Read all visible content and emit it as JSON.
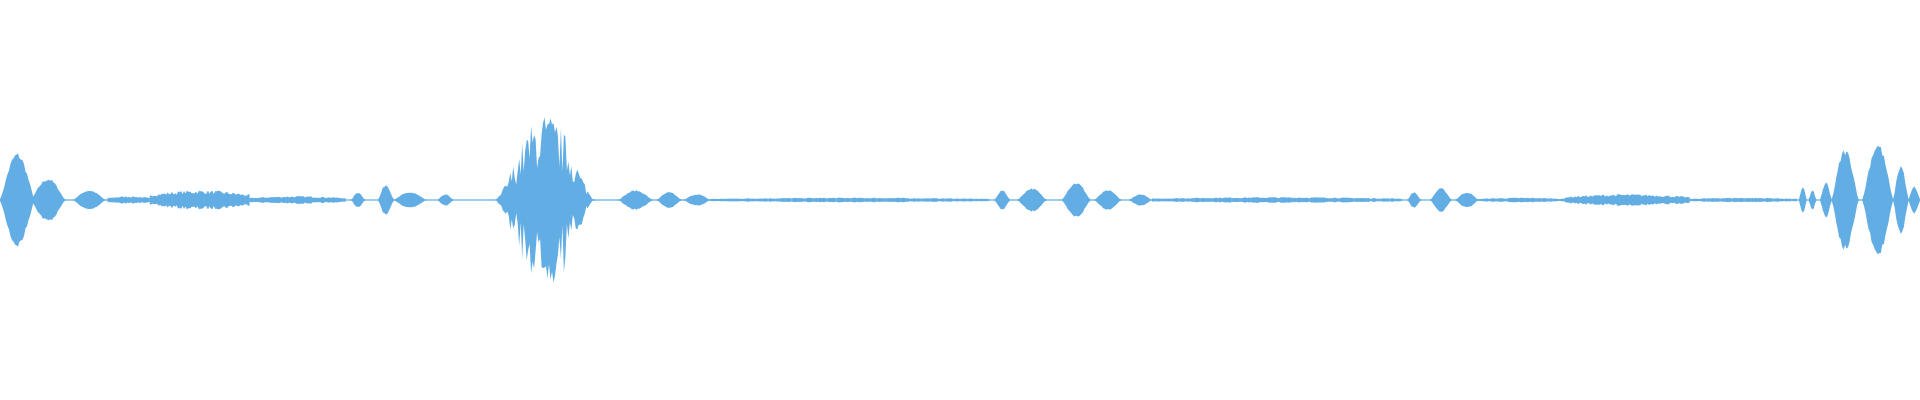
{
  "waveform": {
    "color": "#62ade4",
    "background": "#ffffff",
    "amplitude_range": [
      -1,
      1
    ],
    "bursts": [
      {
        "start": 0.0,
        "end": 0.018,
        "amplitude": 0.24,
        "shape": "lobe"
      },
      {
        "start": 0.016,
        "end": 0.034,
        "amplitude": 0.11,
        "shape": "lobe"
      },
      {
        "start": 0.038,
        "end": 0.055,
        "amplitude": 0.05,
        "shape": "lobe"
      },
      {
        "start": 0.056,
        "end": 0.078,
        "amplitude": 0.02,
        "shape": "flat"
      },
      {
        "start": 0.078,
        "end": 0.13,
        "amplitude": 0.05,
        "shape": "flat"
      },
      {
        "start": 0.13,
        "end": 0.18,
        "amplitude": 0.02,
        "shape": "flat"
      },
      {
        "start": 0.183,
        "end": 0.19,
        "amplitude": 0.04,
        "shape": "lobe"
      },
      {
        "start": 0.197,
        "end": 0.205,
        "amplitude": 0.08,
        "shape": "lobe"
      },
      {
        "start": 0.205,
        "end": 0.222,
        "amplitude": 0.04,
        "shape": "lobe"
      },
      {
        "start": 0.228,
        "end": 0.236,
        "amplitude": 0.03,
        "shape": "lobe"
      },
      {
        "start": 0.258,
        "end": 0.31,
        "amplitude": 0.44,
        "shape": "spiky"
      },
      {
        "start": 0.322,
        "end": 0.34,
        "amplitude": 0.05,
        "shape": "lobe"
      },
      {
        "start": 0.342,
        "end": 0.355,
        "amplitude": 0.04,
        "shape": "lobe"
      },
      {
        "start": 0.356,
        "end": 0.37,
        "amplitude": 0.03,
        "shape": "lobe"
      },
      {
        "start": 0.37,
        "end": 0.515,
        "amplitude": 0.012,
        "shape": "flat"
      },
      {
        "start": 0.518,
        "end": 0.526,
        "amplitude": 0.05,
        "shape": "lobe"
      },
      {
        "start": 0.53,
        "end": 0.545,
        "amplitude": 0.06,
        "shape": "lobe"
      },
      {
        "start": 0.553,
        "end": 0.568,
        "amplitude": 0.09,
        "shape": "lobe"
      },
      {
        "start": 0.57,
        "end": 0.584,
        "amplitude": 0.05,
        "shape": "lobe"
      },
      {
        "start": 0.588,
        "end": 0.6,
        "amplitude": 0.03,
        "shape": "lobe"
      },
      {
        "start": 0.6,
        "end": 0.73,
        "amplitude": 0.015,
        "shape": "flat"
      },
      {
        "start": 0.733,
        "end": 0.74,
        "amplitude": 0.04,
        "shape": "lobe"
      },
      {
        "start": 0.745,
        "end": 0.756,
        "amplitude": 0.06,
        "shape": "lobe"
      },
      {
        "start": 0.758,
        "end": 0.77,
        "amplitude": 0.04,
        "shape": "lobe"
      },
      {
        "start": 0.77,
        "end": 0.815,
        "amplitude": 0.012,
        "shape": "flat"
      },
      {
        "start": 0.815,
        "end": 0.88,
        "amplitude": 0.03,
        "shape": "flat"
      },
      {
        "start": 0.88,
        "end": 0.936,
        "amplitude": 0.012,
        "shape": "flat"
      },
      {
        "start": 0.937,
        "end": 0.941,
        "amplitude": 0.07,
        "shape": "lobe"
      },
      {
        "start": 0.942,
        "end": 0.946,
        "amplitude": 0.05,
        "shape": "lobe"
      },
      {
        "start": 0.948,
        "end": 0.954,
        "amplitude": 0.09,
        "shape": "lobe"
      },
      {
        "start": 0.954,
        "end": 0.968,
        "amplitude": 0.26,
        "shape": "lobe"
      },
      {
        "start": 0.97,
        "end": 0.986,
        "amplitude": 0.29,
        "shape": "lobe"
      },
      {
        "start": 0.986,
        "end": 0.994,
        "amplitude": 0.18,
        "shape": "lobe"
      },
      {
        "start": 0.994,
        "end": 1.0,
        "amplitude": 0.07,
        "shape": "lobe"
      }
    ]
  }
}
